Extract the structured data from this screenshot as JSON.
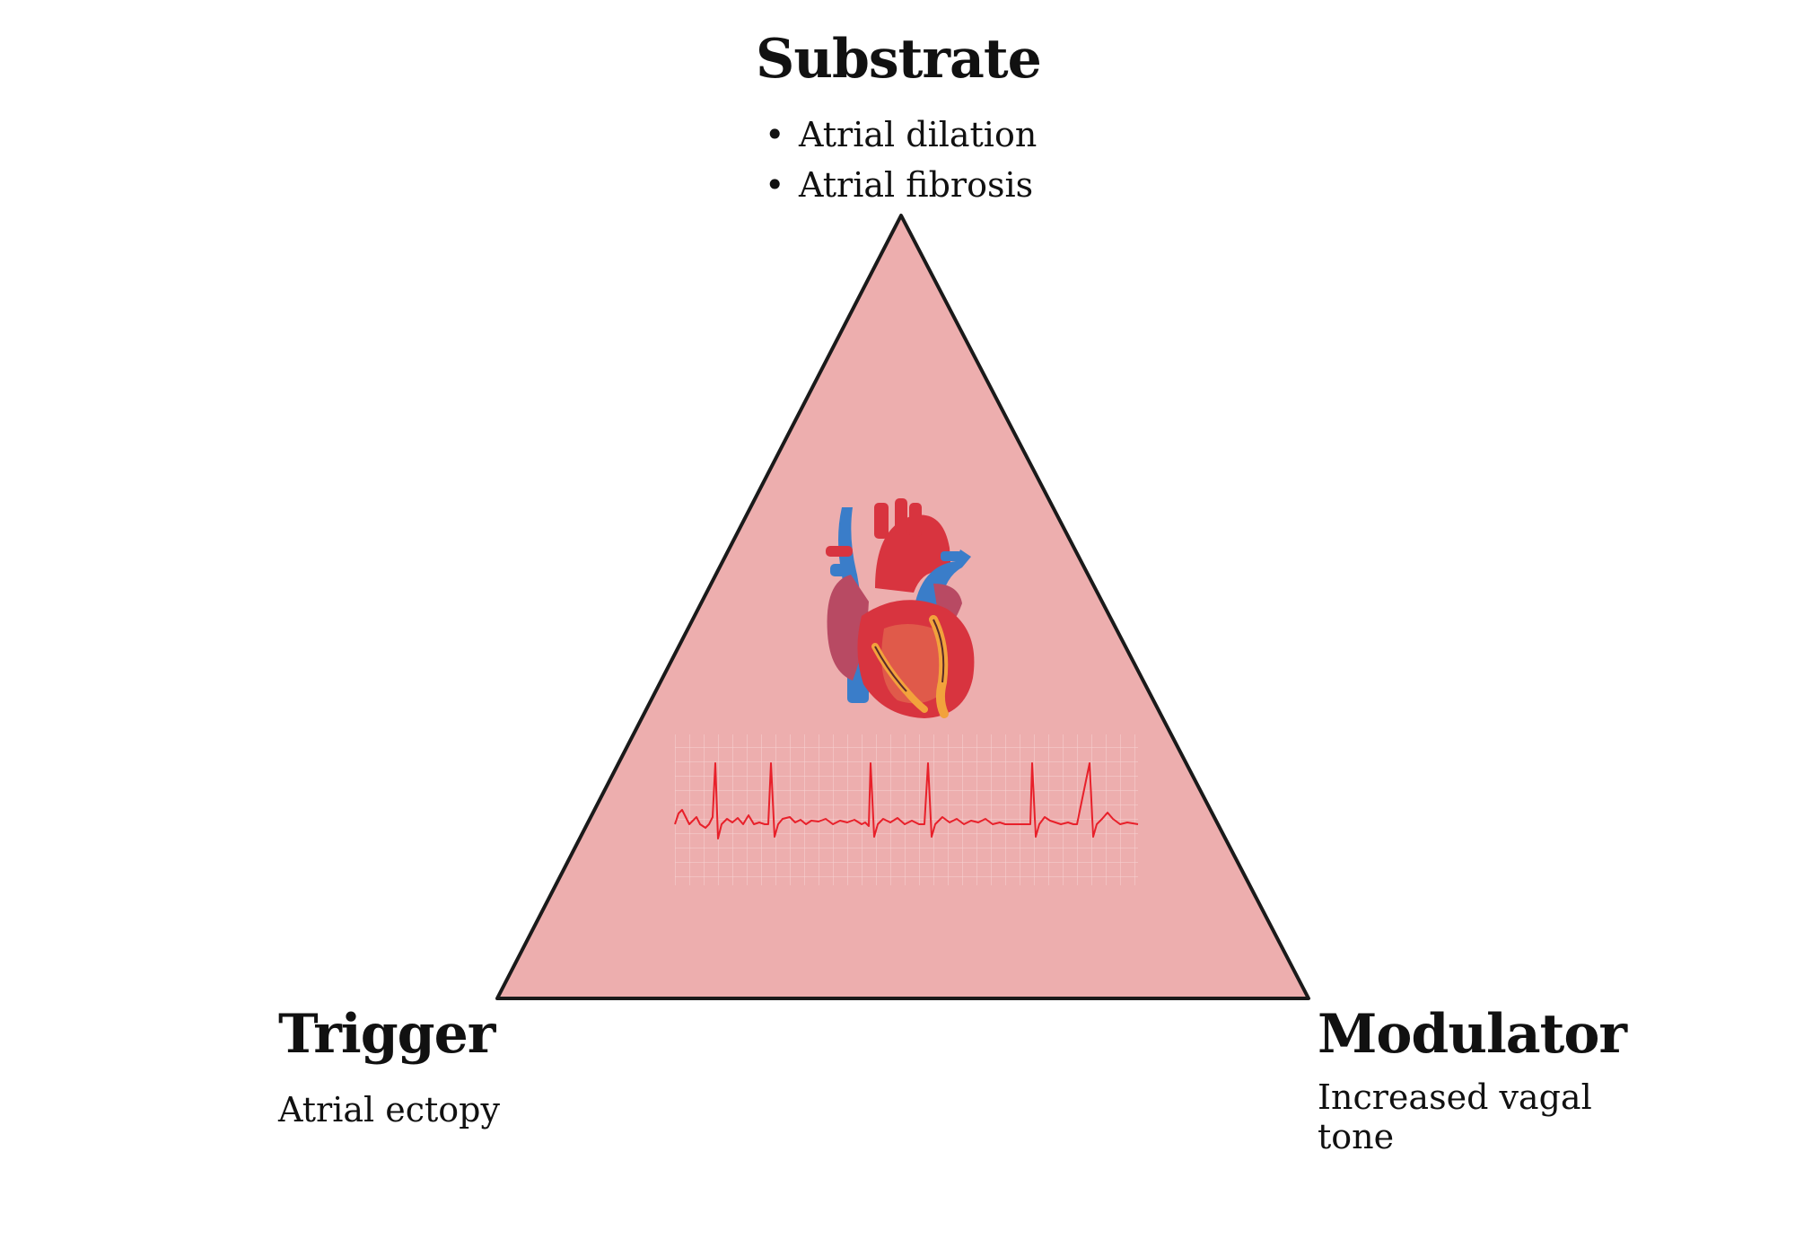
{
  "vertices": {
    "substrate": {
      "title": "Substrate",
      "bullets": [
        "Atrial dilation",
        "Atrial fibrosis"
      ]
    },
    "trigger": {
      "title": "Trigger",
      "description": "Atrial ectopy"
    },
    "modulator": {
      "title": "Modulator",
      "description": "Increased vagal tone"
    }
  },
  "colors": {
    "triangle_fill": "#edaeae",
    "triangle_stroke": "#1a1a1a",
    "ecg_line": "#e8202a",
    "ecg_grid": "#f6d4d4",
    "vessel_blue": "#3a7dc9",
    "heart_red": "#d8343f",
    "coronary_orange": "#f2a23c"
  },
  "icons": [
    "heart-anatomy-icon",
    "ecg-strip-icon"
  ]
}
